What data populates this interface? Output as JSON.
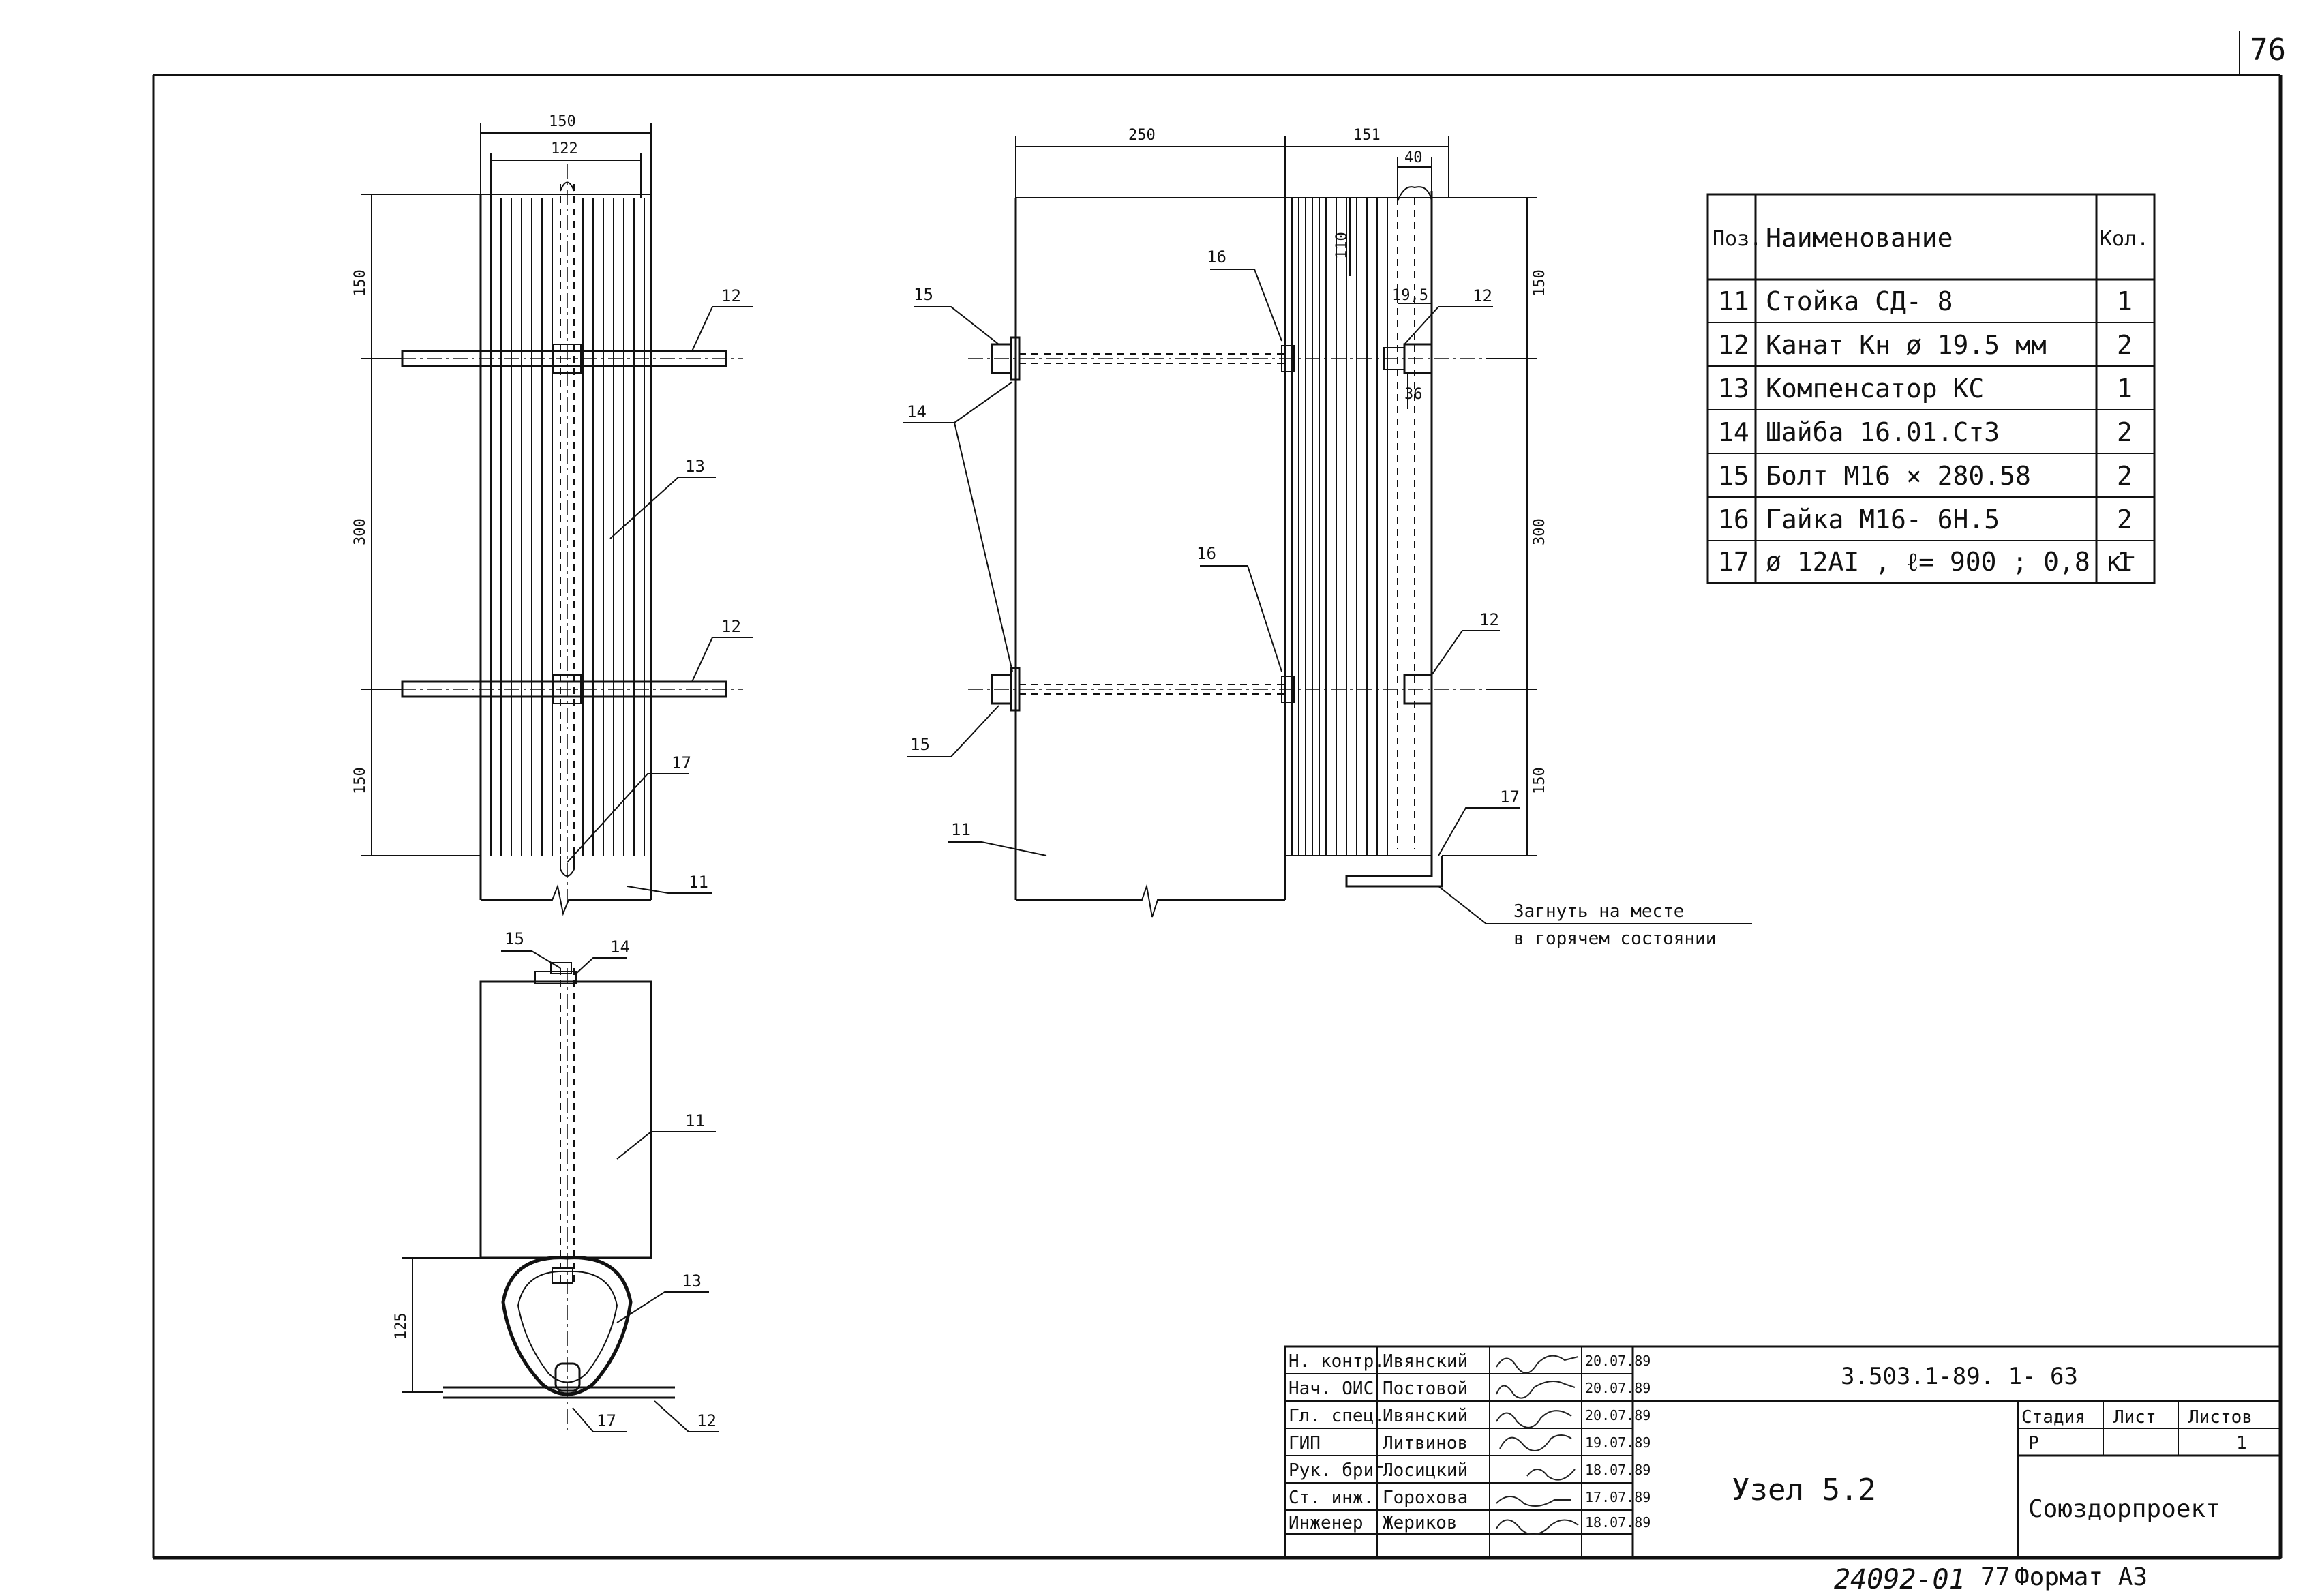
{
  "sheet_number": "76",
  "front_view": {
    "dims": {
      "width_total": "150",
      "width_inner": "122",
      "h_top": "150",
      "h_mid": "300",
      "h_bottom": "150"
    },
    "callouts": {
      "p12a": "12",
      "p13": "13",
      "p12b": "12",
      "p17": "17",
      "p11": "11"
    }
  },
  "side_view": {
    "dims": {
      "w_post": "250",
      "w_comp": "151",
      "w_gap": "40",
      "d110": "110",
      "d19_5": "19,5",
      "d36": "36",
      "h_top": "150",
      "h_mid": "300",
      "h_bottom": "150"
    },
    "callouts": {
      "p16a": "16",
      "p15a": "15",
      "p14": "14",
      "p16b": "16",
      "p15b": "15",
      "p11": "11",
      "p12a": "12",
      "p12b": "12",
      "p17": "17"
    },
    "note_line1": "Загнуть на месте",
    "note_line2": "в горячем состоянии"
  },
  "plan_view": {
    "dims": {
      "h": "125"
    },
    "callouts": {
      "p15": "15",
      "p14": "14",
      "p11": "11",
      "p13": "13",
      "p17": "17",
      "p12": "12"
    }
  },
  "spec_table": {
    "headers": [
      "Поз.",
      "Наименование",
      "Кол."
    ],
    "rows": [
      {
        "pos": "11",
        "name": "Стойка  СД- 8",
        "qty": "1"
      },
      {
        "pos": "12",
        "name": "Канат  Кн ø 19.5 мм",
        "qty": "2"
      },
      {
        "pos": "13",
        "name": "Компенсатор  КС",
        "qty": "1"
      },
      {
        "pos": "14",
        "name": "Шайба  16.01.Ст3",
        "qty": "2"
      },
      {
        "pos": "15",
        "name": "Болт  М16 × 280.58",
        "qty": "2"
      },
      {
        "pos": "16",
        "name": "Гайка М16- 6Н.5",
        "qty": "2"
      },
      {
        "pos": "17",
        "name": "ø 12АI , ℓ= 900 ; 0,8 кг",
        "qty": "1"
      }
    ]
  },
  "title_block": {
    "doc_code": "3.503.1-89.  1- 63",
    "title": "Узел 5.2",
    "org": "Союздорпроект",
    "stage_label": "Стадия",
    "stage_value": "Р",
    "sheet_label": "Лист",
    "sheet_value": "",
    "sheets_label": "Листов",
    "sheets_value": "1",
    "signatures": [
      {
        "role": "Н. контр.",
        "name": "Ивянский",
        "date": "20.07.89"
      },
      {
        "role": "Нач. ОИС",
        "name": "Постовой",
        "date": "20.07.89"
      },
      {
        "role": "Гл. спец.",
        "name": "Ивянский",
        "date": "20.07.89"
      },
      {
        "role": "ГИП",
        "name": "Литвинов",
        "date": "19.07.89"
      },
      {
        "role": "Рук. бриг.",
        "name": "Лосицкий",
        "date": "18.07.89"
      },
      {
        "role": "Ст. инж.",
        "name": "Горохова",
        "date": "17.07.89"
      },
      {
        "role": "Инженер",
        "name": "Жериков",
        "date": "18.07.89"
      }
    ]
  },
  "footer": {
    "inventory": "24092-01",
    "page": "77",
    "format": "Формат А3"
  }
}
